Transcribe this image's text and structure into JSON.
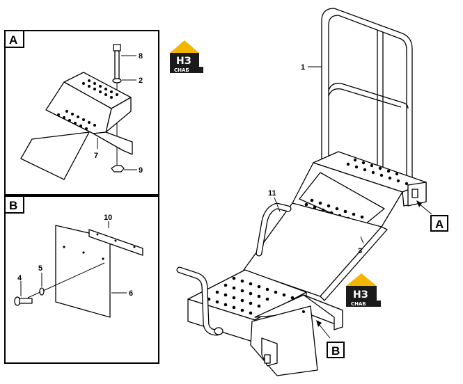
{
  "panels": [
    {
      "id": "A",
      "label": "A"
    },
    {
      "id": "B",
      "label": "B"
    }
  ],
  "callouts": {
    "detail_a": [
      "8",
      "2",
      "7",
      "9"
    ],
    "detail_b": [
      "10",
      "5",
      "4",
      "6"
    ],
    "main": [
      "1",
      "11",
      "3"
    ],
    "main_refs": [
      "A",
      "B"
    ]
  },
  "logo": {
    "letters": "НЗ",
    "caption": "СНАБ",
    "colors": {
      "roof": "#f2b600",
      "body": "#1a1a1a",
      "caption": "#1a1a1a"
    }
  },
  "colors": {
    "line": "#000000",
    "background": "#ffffff"
  }
}
